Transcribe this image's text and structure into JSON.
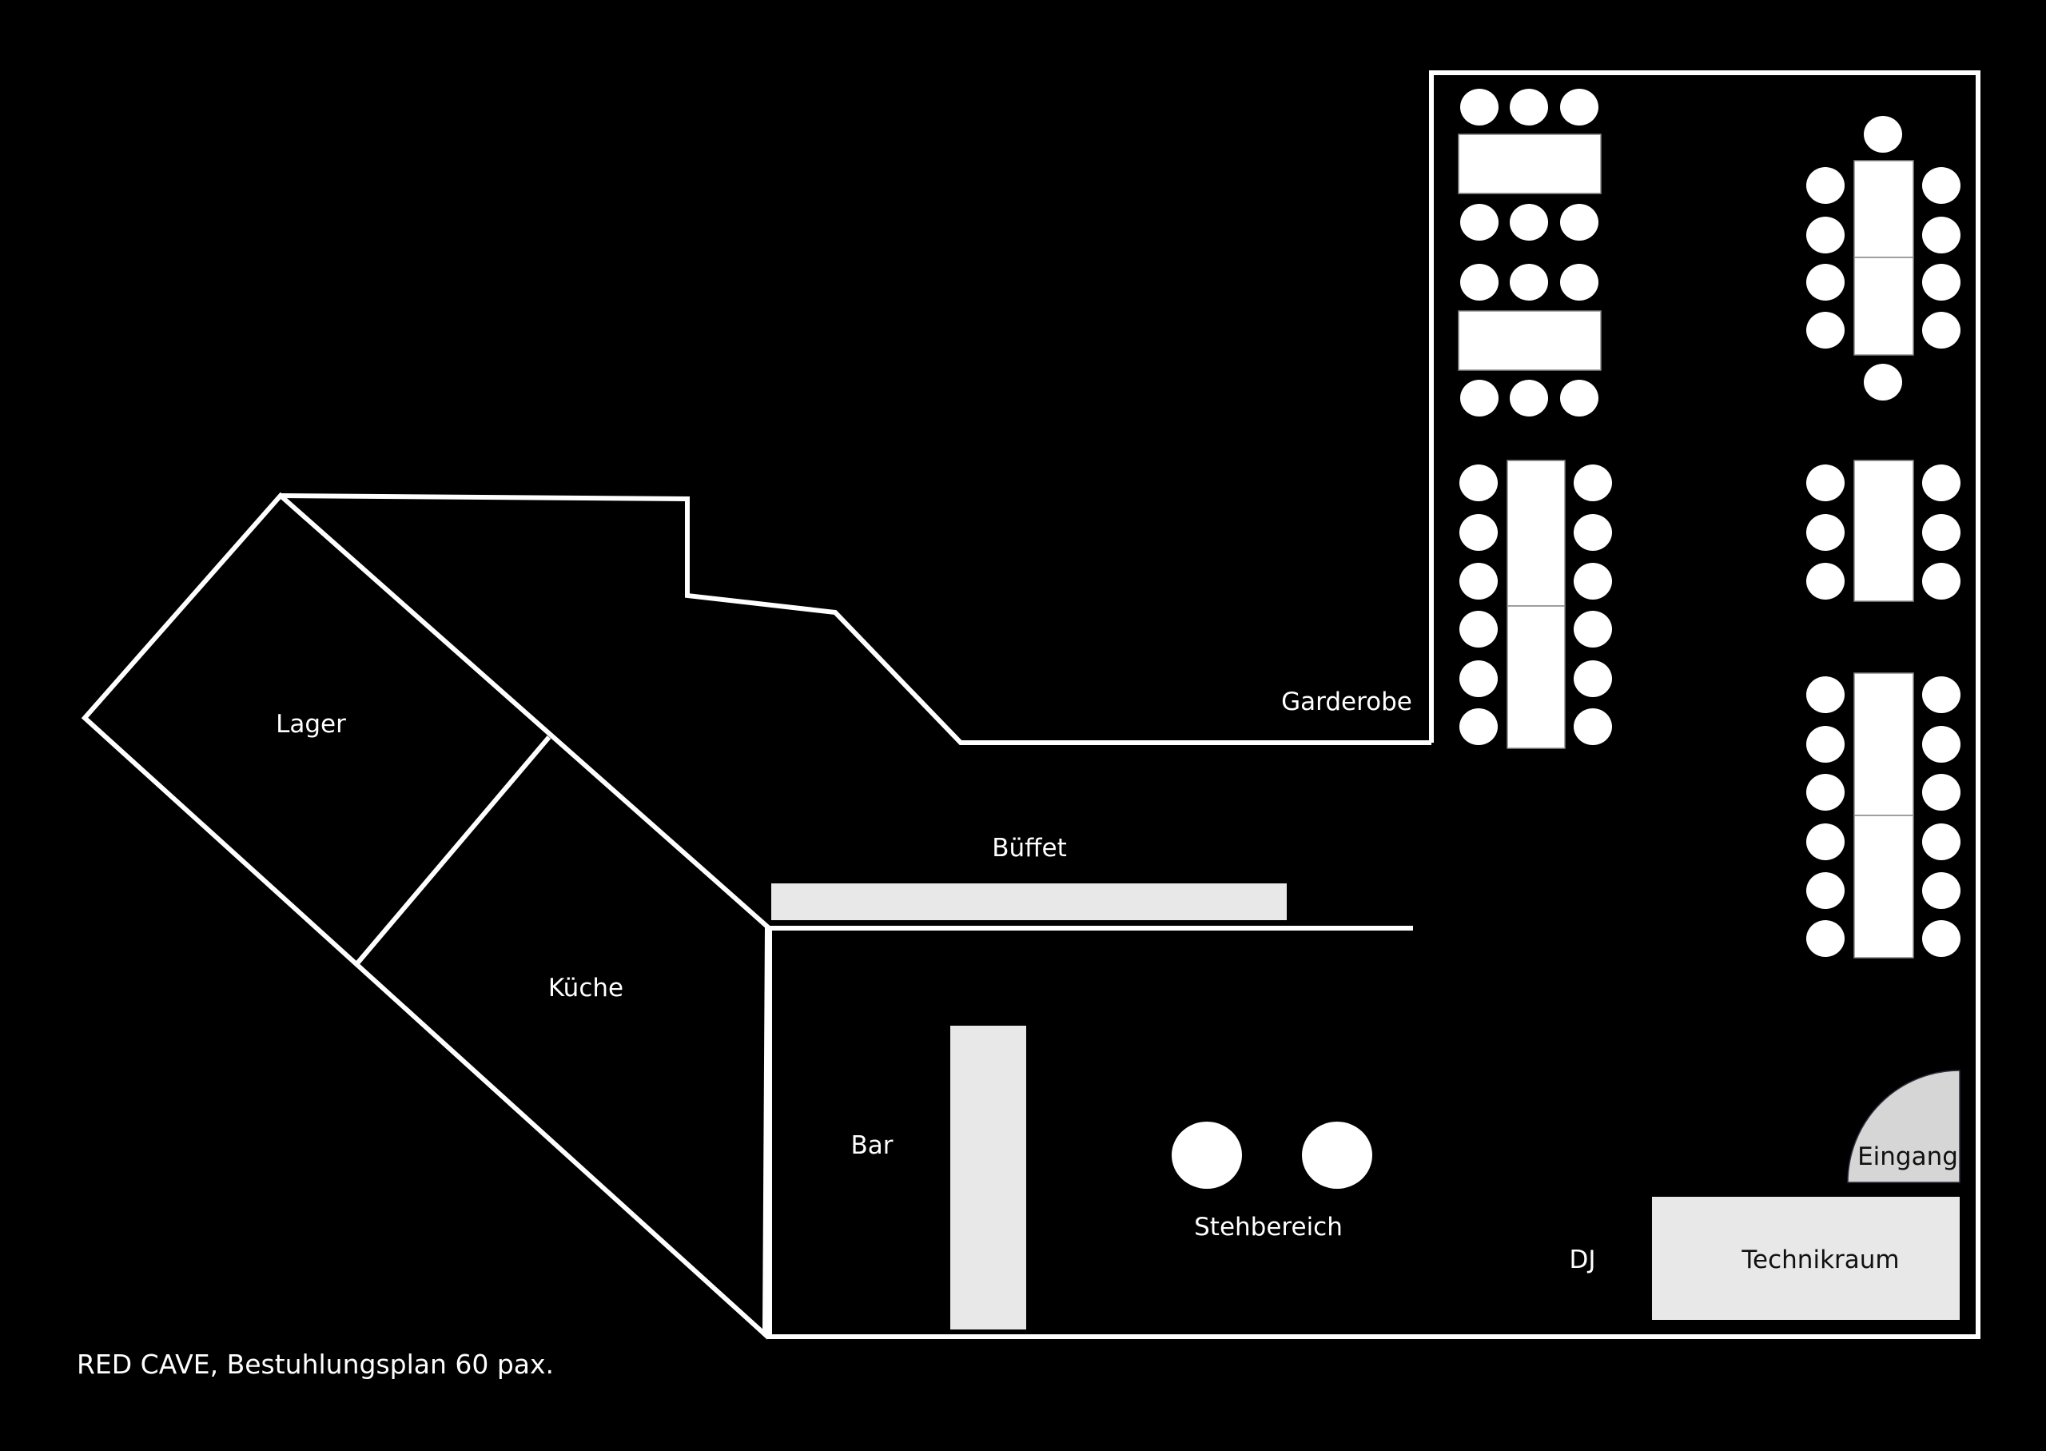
{
  "title": "RED CAVE, Bestuhlungsplan 60 pax.",
  "rooms": {
    "lager": "Lager",
    "kueche": "Küche",
    "bar": "Bar",
    "bueffet": "Büffet",
    "garderobe": "Garderobe",
    "stehbereich": "Stehbereich",
    "dj": "DJ",
    "technikraum": "Technikraum",
    "eingang": "Eingang"
  },
  "colors": {
    "background": "#000000",
    "walls": "#ffffff",
    "furniture": "#e8e8e8",
    "entrance": "#d6d6d6"
  }
}
